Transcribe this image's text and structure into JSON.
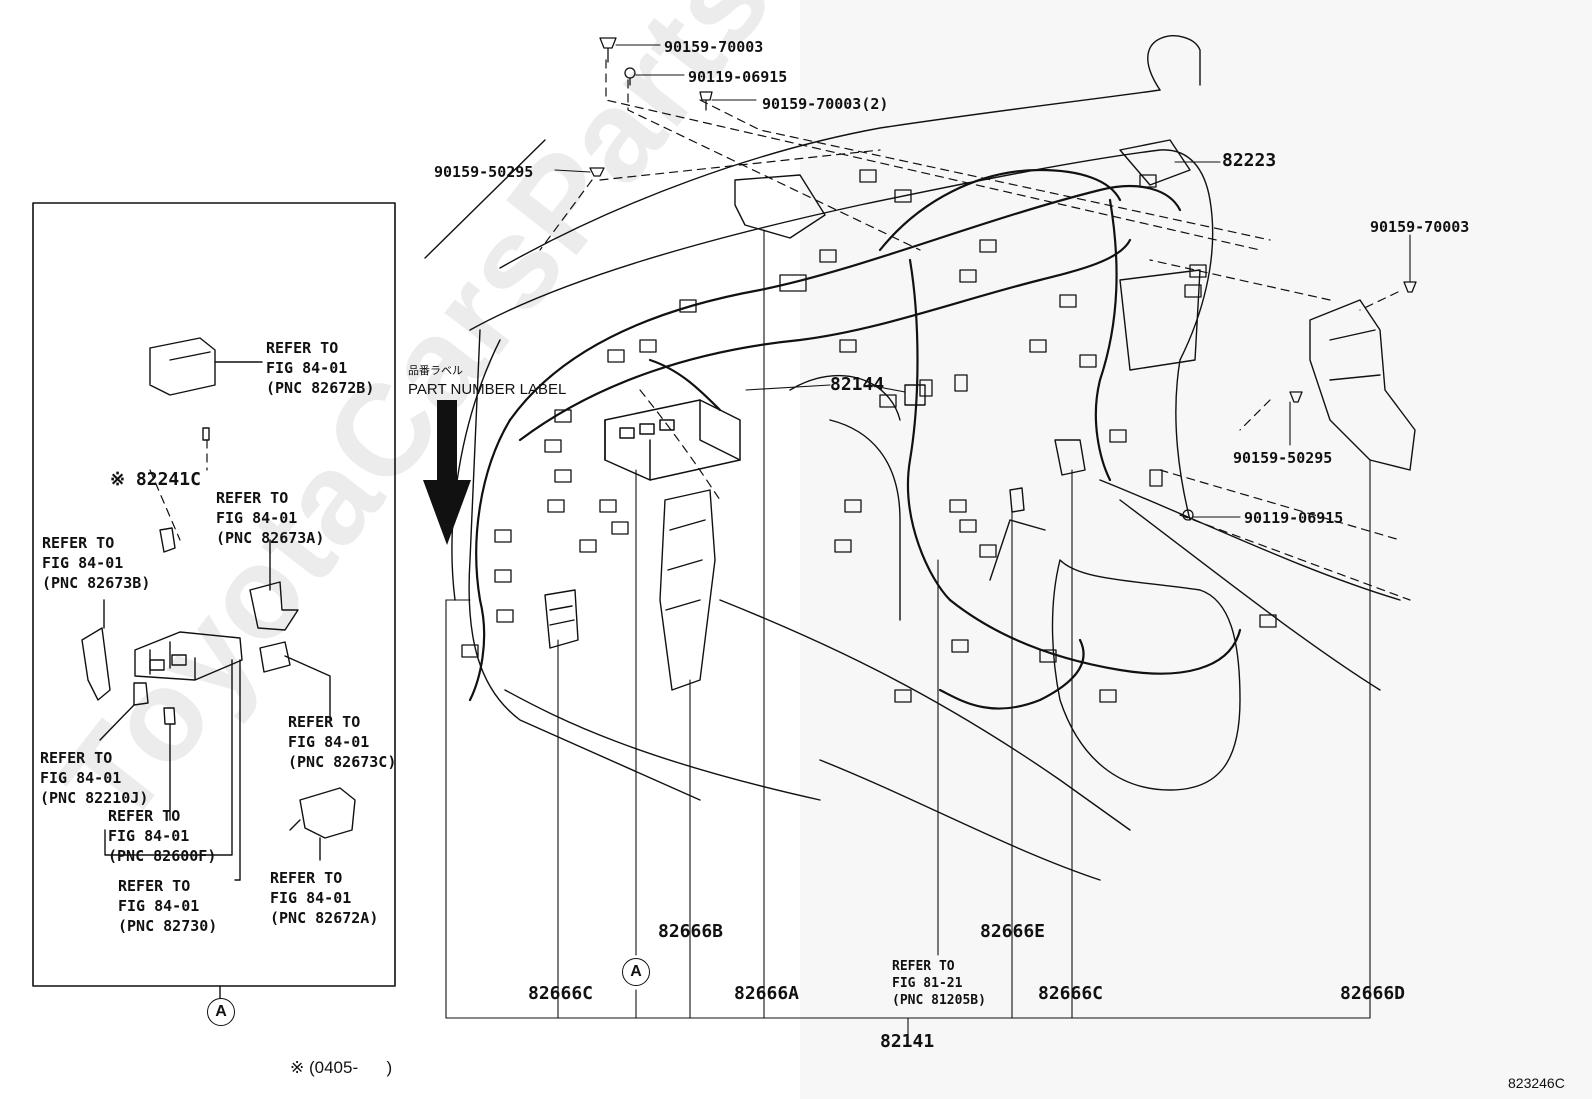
{
  "diagram": {
    "watermark": "ToyotaCarsParts.ru",
    "drawing_number": "823246C",
    "footnote": "※ (0405-      )",
    "part_number_label": {
      "jp": "品番ラベル",
      "en": "PART NUMBER LABEL"
    },
    "callouts": {
      "c1": "90159-70003",
      "c2": "90119-06915",
      "c3": "90159-70003(2)",
      "c4": "90159-50295",
      "c5": "82223",
      "c6": "90159-70003",
      "c7": "82144",
      "c8": "90159-50295",
      "c9": "90119-06915",
      "c10": "82666B",
      "c11": "82666E",
      "c12": "82666C",
      "c13": "82666A",
      "c14": "82666C",
      "c15": "82666D",
      "c16": "82141",
      "c17": "REFER TO\nFIG 81-21\n(PNC 81205B)"
    },
    "inset": {
      "part_82241c": "※ 82241C",
      "refs": {
        "r1": "REFER TO\nFIG 84-01\n(PNC 82672B)",
        "r2": "REFER TO\nFIG 84-01\n(PNC 82673A)",
        "r3": "REFER TO\nFIG 84-01\n(PNC 82673B)",
        "r4": "REFER TO\nFIG 84-01\n(PNC 82673C)",
        "r5": "REFER TO\nFIG 84-01\n(PNC 82210J)",
        "r6": "REFER TO\nFIG 84-01\n(PNC 82600F)",
        "r7": "REFER TO\nFIG 84-01\n(PNC 82730)",
        "r8": "REFER TO\nFIG 84-01\n(PNC 82672A)"
      }
    },
    "marker_a": "A"
  }
}
